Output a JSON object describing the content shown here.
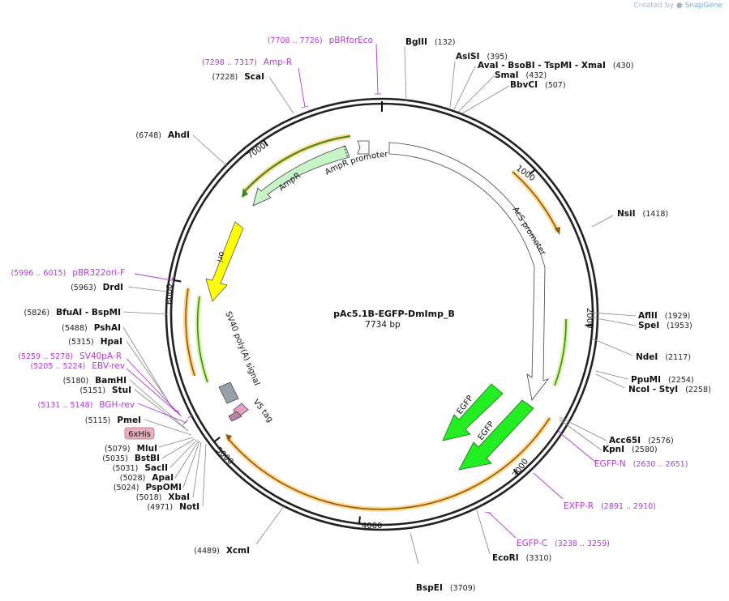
{
  "credit": {
    "created_by": "Created by",
    "brand": "SnapGene"
  },
  "plasmid": {
    "name": "pAc5.1B-EGFP-DmImp_B",
    "length": 7734,
    "length_label": "7734 bp"
  },
  "ticks": [
    {
      "pos": 1000,
      "label": "1000"
    },
    {
      "pos": 2000,
      "label": "2000"
    },
    {
      "pos": 3000,
      "label": "3000"
    },
    {
      "pos": 4000,
      "label": "4000"
    },
    {
      "pos": 5000,
      "label": "5000"
    },
    {
      "pos": 6000,
      "label": "6000"
    },
    {
      "pos": 7000,
      "label": "7000"
    }
  ],
  "sites": [
    {
      "name": "BglII",
      "pos_label": "(132)",
      "pos": 132
    },
    {
      "name": "AsiSI",
      "pos_label": "(395)",
      "pos": 395
    },
    {
      "name": "AvaI - BsoBI - TspMI - XmaI",
      "pos_label": "(430)",
      "pos": 430
    },
    {
      "name": "SmaI",
      "pos_label": "(432)",
      "pos": 432
    },
    {
      "name": "BbvCI",
      "pos_label": "(507)",
      "pos": 507
    },
    {
      "name": "NsiI",
      "pos_label": "(1418)",
      "pos": 1418
    },
    {
      "name": "AflII",
      "pos_label": "(1929)",
      "pos": 1929
    },
    {
      "name": "SpeI",
      "pos_label": "(1953)",
      "pos": 1953
    },
    {
      "name": "NdeI",
      "pos_label": "(2117)",
      "pos": 2117
    },
    {
      "name": "PpuMI",
      "pos_label": "(2254)",
      "pos": 2254
    },
    {
      "name": "NcoI - StyI",
      "pos_label": "(2258)",
      "pos": 2258
    },
    {
      "name": "Acc65I",
      "pos_label": "(2576)",
      "pos": 2576
    },
    {
      "name": "KpnI",
      "pos_label": "(2580)",
      "pos": 2580
    },
    {
      "name": "EcoRI",
      "pos_label": "(3310)",
      "pos": 3310
    },
    {
      "name": "BspEI",
      "pos_label": "(3709)",
      "pos": 3709
    },
    {
      "name": "XcmI",
      "pos_label": "(4489)",
      "pos": 4489
    },
    {
      "name": "NotI",
      "pos_label": "(4971)",
      "pos": 4971
    },
    {
      "name": "XbaI",
      "pos_label": "(5018)",
      "pos": 5018
    },
    {
      "name": "PspOMI",
      "pos_label": "(5024)",
      "pos": 5024
    },
    {
      "name": "ApaI",
      "pos_label": "(5028)",
      "pos": 5028
    },
    {
      "name": "SacII",
      "pos_label": "(5031)",
      "pos": 5031
    },
    {
      "name": "BstBI",
      "pos_label": "(5035)",
      "pos": 5035
    },
    {
      "name": "MluI",
      "pos_label": "(5079)",
      "pos": 5079
    },
    {
      "name": "PmeI",
      "pos_label": "(5115)",
      "pos": 5115
    },
    {
      "name": "StuI",
      "pos_label": "(5151)",
      "pos": 5151
    },
    {
      "name": "BamHI",
      "pos_label": "(5180)",
      "pos": 5180
    },
    {
      "name": "HpaI",
      "pos_label": "(5315)",
      "pos": 5315
    },
    {
      "name": "PshAI",
      "pos_label": "(5488)",
      "pos": 5488
    },
    {
      "name": "BfuAI - BspMI",
      "pos_label": "(5826)",
      "pos": 5826
    },
    {
      "name": "DrdI",
      "pos_label": "(5963)",
      "pos": 5963
    },
    {
      "name": "AhdI",
      "pos_label": "(6748)",
      "pos": 6748
    },
    {
      "name": "ScaI",
      "pos_label": "(7228)",
      "pos": 7228
    }
  ],
  "primers": [
    {
      "name": "pBRforEco",
      "pos_label": "(7708 .. 7726)",
      "pos": 7717
    },
    {
      "name": "Amp-R",
      "pos_label": "(7298 .. 7317)",
      "pos": 7308
    },
    {
      "name": "EGFP-N",
      "pos_label": "(2630 .. 2651)",
      "pos": 2640
    },
    {
      "name": "EXFP-R",
      "pos_label": "(2891 .. 2910)",
      "pos": 2900
    },
    {
      "name": "EGFP-C",
      "pos_label": "(3238 .. 3259)",
      "pos": 3248
    },
    {
      "name": "pBR322ori-F",
      "pos_label": "(5996 .. 6015)",
      "pos": 6005
    },
    {
      "name": "SV40pA-R",
      "pos_label": "(5259 .. 5278)",
      "pos": 5268
    },
    {
      "name": "EBV-rev",
      "pos_label": "(5205 .. 5224)",
      "pos": 5214
    },
    {
      "name": "BGH-rev",
      "pos_label": "(5131 .. 5148)",
      "pos": 5139
    }
  ],
  "features": [
    {
      "name": "AmpR",
      "color": "#c8f5c8"
    },
    {
      "name": "AmpR promoter",
      "color": "#ffffff"
    },
    {
      "name": "AcS promoter",
      "color": "#ffffff"
    },
    {
      "name": "EGFP",
      "color": "#22ee22"
    },
    {
      "name": "EGFP",
      "color": "#22ee22"
    },
    {
      "name": "ori",
      "color": "#ffff00"
    },
    {
      "name": "SV40 poly(A) signal",
      "color": "#9aa0aa"
    },
    {
      "name": "V5 tag",
      "color": "#e8a0c8"
    },
    {
      "name": "6xHis",
      "color": "#e8b0bc"
    }
  ],
  "colors": {
    "orf_orange": "#f2a020",
    "orf_green": "#7acc33",
    "primer": "#b03bd8"
  }
}
